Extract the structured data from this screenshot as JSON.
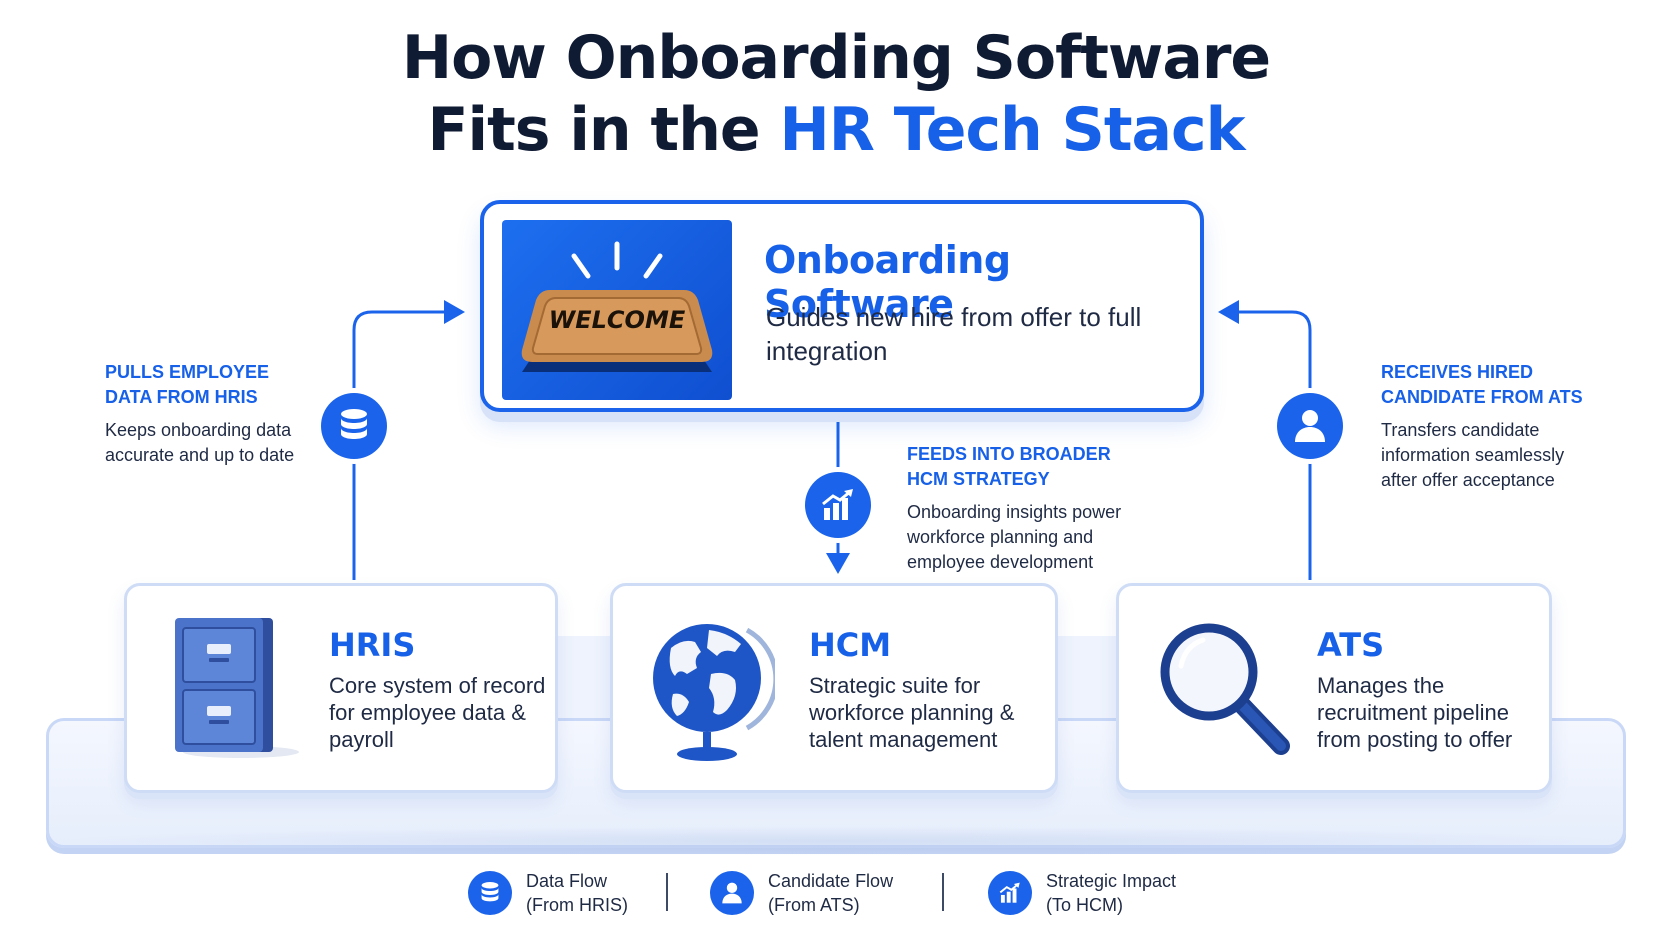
{
  "title": {
    "line1": "How Onboarding Software",
    "line2_prefix": "Fits in the ",
    "line2_accent": "HR Tech Stack"
  },
  "main": {
    "title": "Onboarding Software",
    "description": "Guides new hire from offer to full integration",
    "image_text": "WELCOME"
  },
  "cards": {
    "hris": {
      "name": "HRIS",
      "description": "Core system of record for employee data & payroll",
      "icon": "filing-cabinet-icon"
    },
    "hcm": {
      "name": "HCM",
      "description": "Strategic suite for workforce planning & talent management",
      "icon": "globe-icon"
    },
    "ats": {
      "name": "ATS",
      "description": "Manages the recruitment pipeline from posting to offer",
      "icon": "magnifying-glass-icon"
    }
  },
  "flows": {
    "hris": {
      "heading": "Pulls employee data from HRIS",
      "body": "Keeps onboarding data accurate and up to date",
      "icon": "database-icon"
    },
    "hcm": {
      "heading": "Feeds into broader HCM strategy",
      "body": "Onboarding insights power workforce planning and employee development",
      "icon": "growth-chart-icon"
    },
    "ats": {
      "heading": "Receives hired candidate from ATS",
      "body": "Transfers candidate information seamlessly after offer acceptance",
      "icon": "user-icon"
    }
  },
  "legend": [
    {
      "line1": "Data Flow",
      "line2": "(From HRIS)",
      "icon": "database-icon"
    },
    {
      "line1": "Candidate Flow",
      "line2": "(From ATS)",
      "icon": "user-icon"
    },
    {
      "line1": "Strategic Impact",
      "line2": "(To HCM)",
      "icon": "growth-chart-icon"
    }
  ],
  "colors": {
    "accent": "#1760e8",
    "heading": "#0f1a33",
    "text": "#1f2a44"
  }
}
